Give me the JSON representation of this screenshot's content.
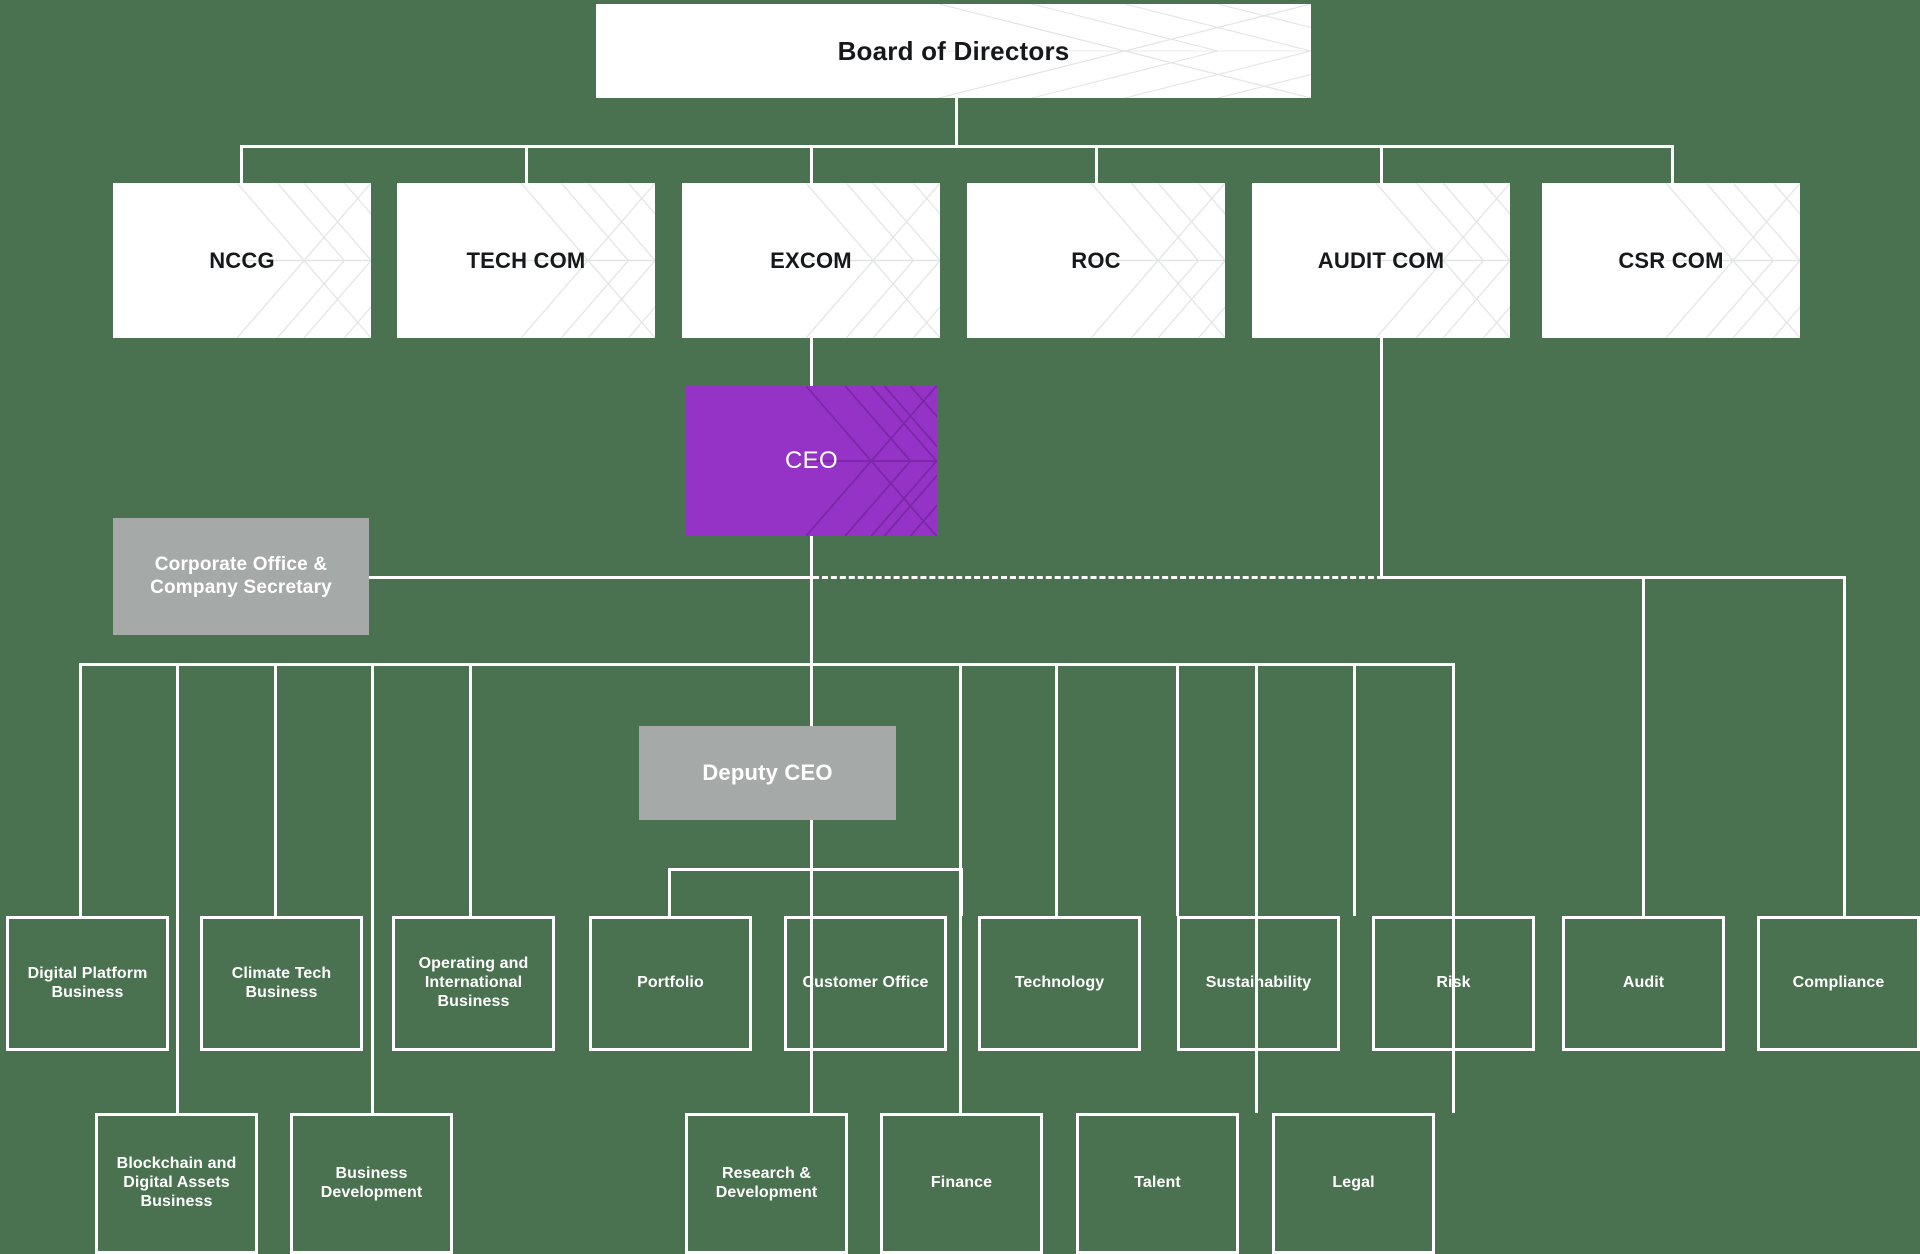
{
  "chart": {
    "title": "Board of Directors organisation structure",
    "background_color": "#4a7250",
    "accent_color": "#9433c6",
    "grey_color": "#a5aaa9",
    "line_color": "#ffffff"
  },
  "board": {
    "label": "Board of Directors"
  },
  "committees": [
    {
      "label": "NCCG"
    },
    {
      "label": "TECH COM"
    },
    {
      "label": "EXCOM"
    },
    {
      "label": "ROC"
    },
    {
      "label": "AUDIT COM"
    },
    {
      "label": "CSR COM"
    }
  ],
  "ceo": {
    "label": "CEO"
  },
  "corporate_office": {
    "label": "Corporate Office & Company Secretary"
  },
  "deputy_ceo": {
    "label": "Deputy CEO"
  },
  "divisions": [
    {
      "label": "Digital Platform Business"
    },
    {
      "label": "Climate Tech Business"
    },
    {
      "label": "Operating and International Business"
    },
    {
      "label": "Portfolio"
    },
    {
      "label": "Customer Office"
    },
    {
      "label": "Technology"
    },
    {
      "label": "Sustainability"
    },
    {
      "label": "Risk"
    },
    {
      "label": "Audit"
    },
    {
      "label": "Compliance"
    }
  ],
  "sub_divisions": [
    {
      "label": "Blockchain and Digital Assets Business"
    },
    {
      "label": "Business Development"
    },
    {
      "label": "Research & Development"
    },
    {
      "label": "Finance"
    },
    {
      "label": "Talent"
    },
    {
      "label": "Legal"
    }
  ]
}
